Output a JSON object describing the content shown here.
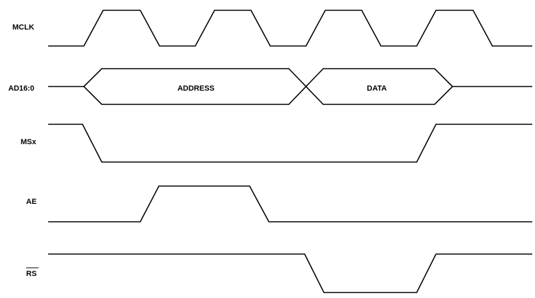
{
  "signals": {
    "mclk": {
      "label": "MCLK"
    },
    "ad": {
      "label": "AD16:0",
      "segments": [
        "ADDRESS",
        "DATA"
      ]
    },
    "msx": {
      "label": "MSx"
    },
    "ae": {
      "label": "AE"
    },
    "rs": {
      "label": "RS",
      "active_low": true
    }
  },
  "colors": {
    "line": "#000000",
    "background": "#ffffff"
  }
}
